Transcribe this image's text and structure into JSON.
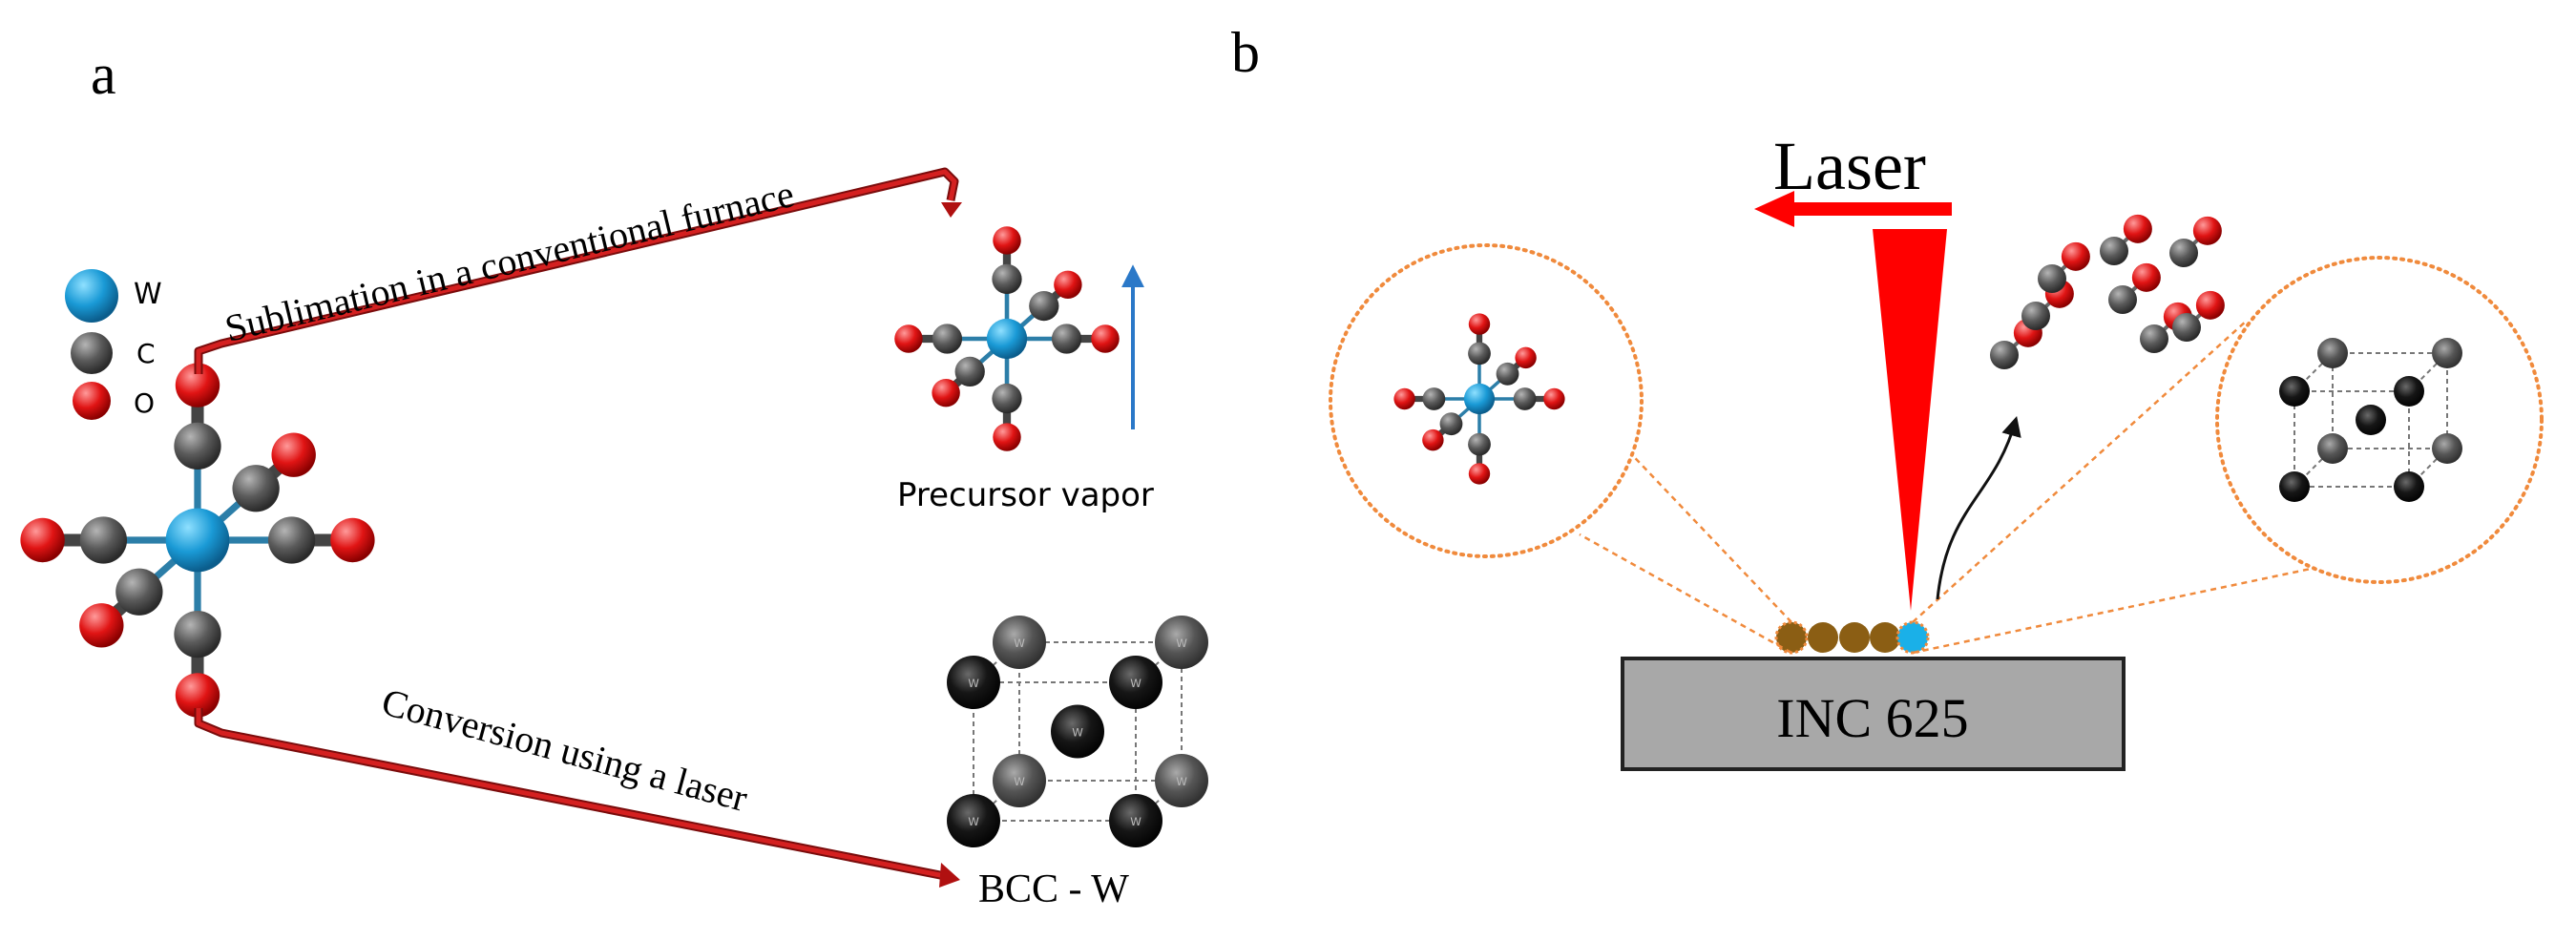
{
  "panel_a": {
    "label": "a",
    "legend": [
      {
        "symbol": "W",
        "color": "#1a9ad6"
      },
      {
        "symbol": "C",
        "color": "#555555"
      },
      {
        "symbol": "O",
        "color": "#e01414"
      }
    ],
    "sublimation_text": "Sublimation in a conventional furnace",
    "conversion_text": "Conversion using a laser",
    "precursor_label": "Precursor vapor",
    "bcc_label": "BCC - W",
    "bcc_atom_letter": "W"
  },
  "panel_b": {
    "label": "b",
    "laser_label": "Laser",
    "substrate_label": "INC 625"
  },
  "colors": {
    "tungsten": "#1a9ad6",
    "carbon": "#555555",
    "oxygen": "#e01414",
    "laser_red": "#ff0000",
    "arrow_dark_red": "#b01010",
    "vapor_arrow_blue": "#2a78c8",
    "callout_orange": "#f08a3c",
    "deposit_brown": "#8b5e14",
    "deposit_blue": "#1ab0e8",
    "substrate_gray": "#a8a8a8"
  }
}
